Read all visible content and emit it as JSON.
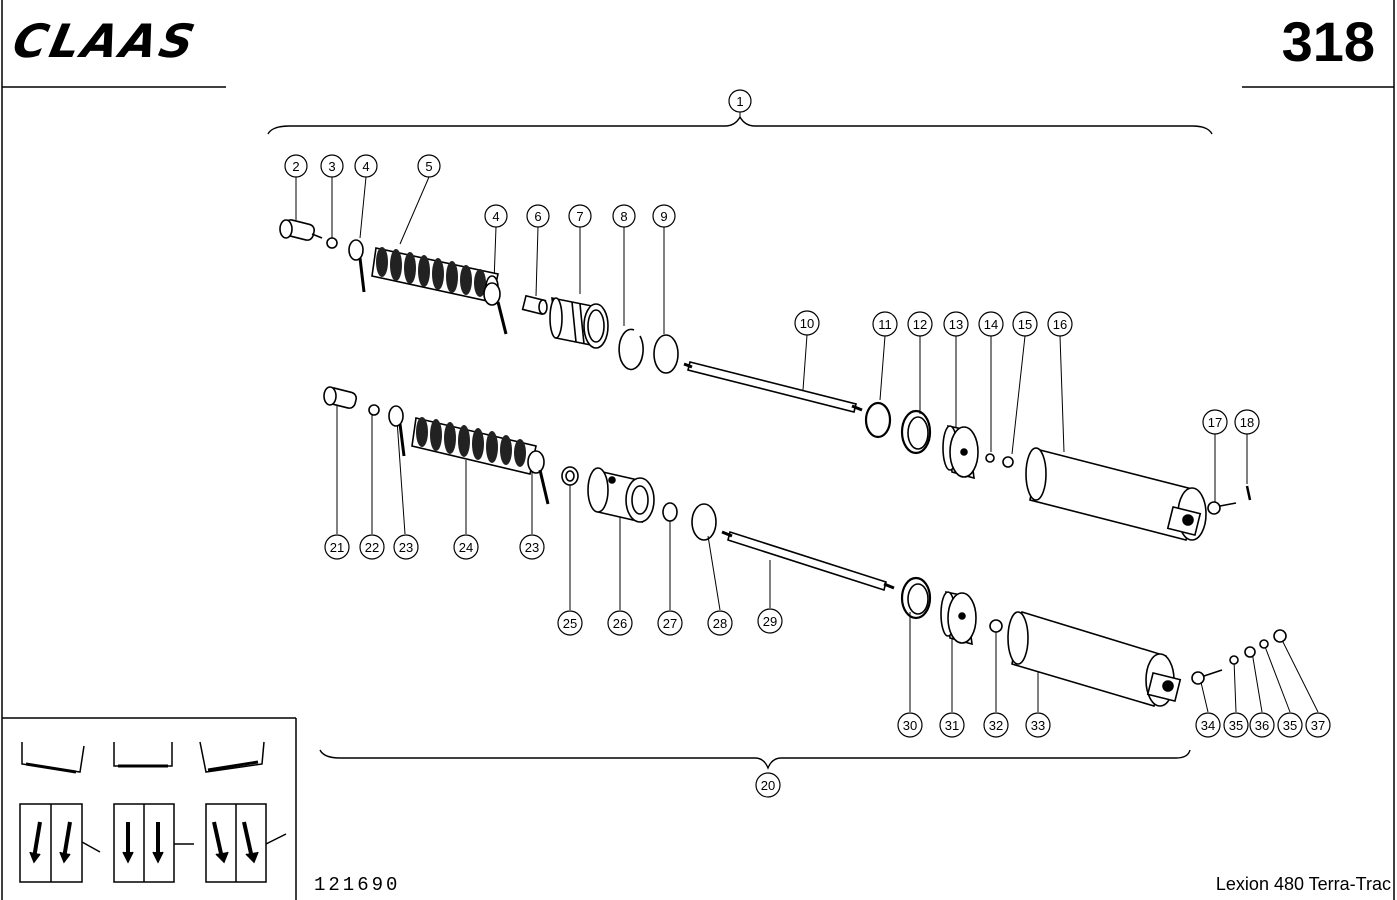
{
  "header": {
    "brand": "CLAAS",
    "page_number": "318"
  },
  "footer": {
    "drawing_number": "121690",
    "model": "Lexion 480 Terra-Trac"
  },
  "callouts_top_assembly": [
    "1",
    "2",
    "3",
    "4",
    "5",
    "4",
    "6",
    "7",
    "8",
    "9",
    "10",
    "11",
    "12",
    "13",
    "14",
    "15",
    "16",
    "17",
    "18"
  ],
  "callouts_bottom_assembly": [
    "20",
    "21",
    "22",
    "23",
    "24",
    "23",
    "25",
    "26",
    "27",
    "28",
    "29",
    "30",
    "31",
    "32",
    "33",
    "34",
    "35",
    "36",
    "35",
    "37"
  ]
}
